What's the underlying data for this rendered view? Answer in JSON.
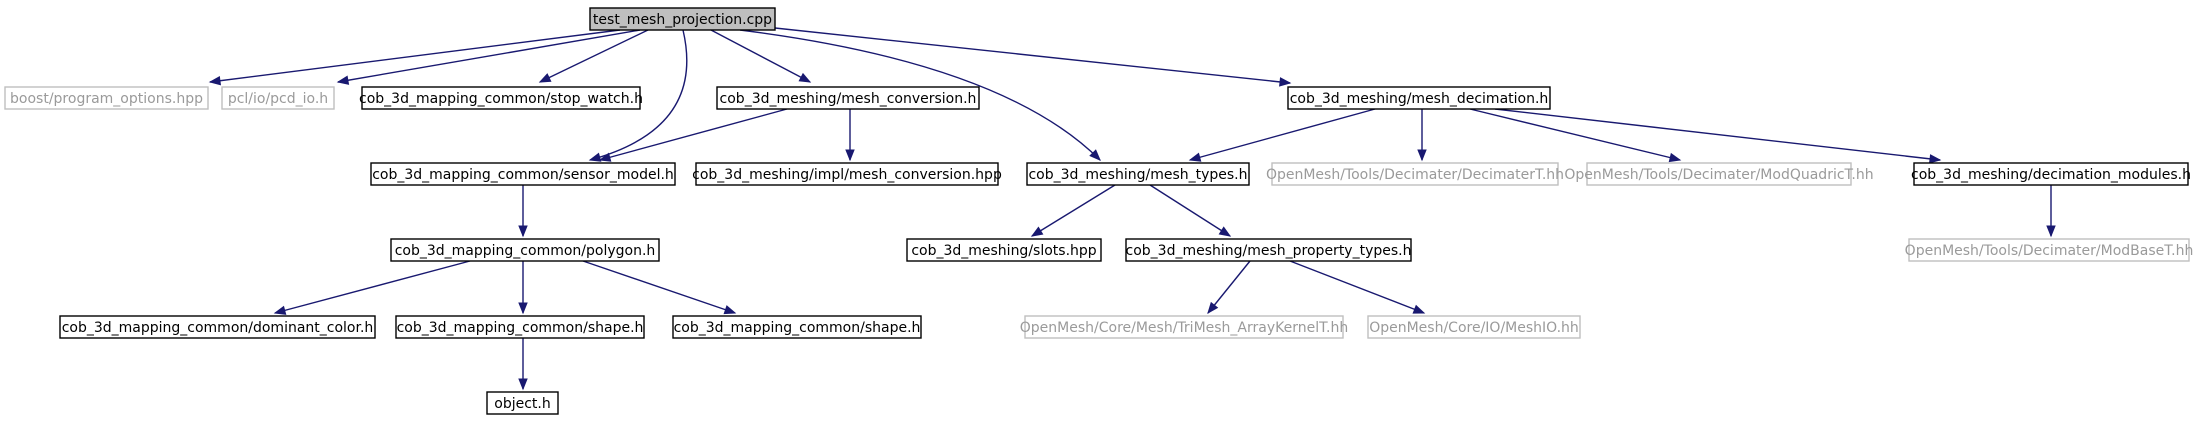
{
  "diagram": {
    "root": "test_mesh_projection.cpp",
    "nodes": [
      {
        "id": "root",
        "label": "test_mesh_projection.cpp",
        "kind": "root"
      },
      {
        "id": "boost_po",
        "label": "boost/program_options.hpp",
        "kind": "external"
      },
      {
        "id": "pcd_io",
        "label": "pcl/io/pcd_io.h",
        "kind": "external"
      },
      {
        "id": "stop_watch",
        "label": "cob_3d_mapping_common/stop_watch.h",
        "kind": "internal"
      },
      {
        "id": "mesh_conversion",
        "label": "cob_3d_meshing/mesh_conversion.h",
        "kind": "internal"
      },
      {
        "id": "mesh_decimation",
        "label": "cob_3d_meshing/mesh_decimation.h",
        "kind": "internal"
      },
      {
        "id": "sensor_model",
        "label": "cob_3d_mapping_common/sensor_model.h",
        "kind": "internal"
      },
      {
        "id": "impl_mesh_conversion",
        "label": "cob_3d_meshing/impl/mesh_conversion.hpp",
        "kind": "internal"
      },
      {
        "id": "mesh_types",
        "label": "cob_3d_meshing/mesh_types.h",
        "kind": "internal"
      },
      {
        "id": "decimater_t",
        "label": "OpenMesh/Tools/Decimater/DecimaterT.hh",
        "kind": "external"
      },
      {
        "id": "mod_quadric",
        "label": "OpenMesh/Tools/Decimater/ModQuadricT.hh",
        "kind": "external"
      },
      {
        "id": "decimation_modules",
        "label": "cob_3d_meshing/decimation_modules.h",
        "kind": "internal"
      },
      {
        "id": "polygon",
        "label": "cob_3d_mapping_common/polygon.h",
        "kind": "internal"
      },
      {
        "id": "slots",
        "label": "cob_3d_meshing/slots.hpp",
        "kind": "internal"
      },
      {
        "id": "mesh_property_types",
        "label": "cob_3d_meshing/mesh_property_types.h",
        "kind": "internal"
      },
      {
        "id": "mod_base",
        "label": "OpenMesh/Tools/Decimater/ModBaseT.hh",
        "kind": "external"
      },
      {
        "id": "dominant_color",
        "label": "cob_3d_mapping_common/dominant_color.h",
        "kind": "internal"
      },
      {
        "id": "shape_a",
        "label": "cob_3d_mapping_common/shape.h",
        "kind": "internal"
      },
      {
        "id": "shape_b",
        "label": "cob_3d_mapping_common/shape.h",
        "kind": "internal"
      },
      {
        "id": "trimesh_kernel",
        "label": "OpenMesh/Core/Mesh/TriMesh_ArrayKernelT.hh",
        "kind": "external"
      },
      {
        "id": "mesh_io",
        "label": "OpenMesh/Core/IO/MeshIO.hh",
        "kind": "external"
      },
      {
        "id": "object",
        "label": "object.h",
        "kind": "internal"
      }
    ],
    "edges": [
      {
        "from": "root",
        "to": "boost_po"
      },
      {
        "from": "root",
        "to": "pcd_io"
      },
      {
        "from": "root",
        "to": "stop_watch"
      },
      {
        "from": "root",
        "to": "sensor_model"
      },
      {
        "from": "root",
        "to": "mesh_conversion"
      },
      {
        "from": "root",
        "to": "mesh_types"
      },
      {
        "from": "root",
        "to": "mesh_decimation"
      },
      {
        "from": "mesh_conversion",
        "to": "sensor_model"
      },
      {
        "from": "mesh_conversion",
        "to": "impl_mesh_conversion"
      },
      {
        "from": "mesh_decimation",
        "to": "mesh_types"
      },
      {
        "from": "mesh_decimation",
        "to": "decimater_t"
      },
      {
        "from": "mesh_decimation",
        "to": "mod_quadric"
      },
      {
        "from": "mesh_decimation",
        "to": "decimation_modules"
      },
      {
        "from": "sensor_model",
        "to": "polygon"
      },
      {
        "from": "mesh_types",
        "to": "slots"
      },
      {
        "from": "mesh_types",
        "to": "mesh_property_types"
      },
      {
        "from": "decimation_modules",
        "to": "mod_base"
      },
      {
        "from": "polygon",
        "to": "dominant_color"
      },
      {
        "from": "polygon",
        "to": "shape_a"
      },
      {
        "from": "polygon",
        "to": "shape_b"
      },
      {
        "from": "mesh_property_types",
        "to": "trimesh_kernel"
      },
      {
        "from": "mesh_property_types",
        "to": "mesh_io"
      },
      {
        "from": "shape_a",
        "to": "object"
      }
    ]
  },
  "colors": {
    "edge": "#191970",
    "node_border": "#000000",
    "external_border": "#bfbfbf",
    "external_text": "#9a9a9a",
    "root_fill": "#bfbfbf"
  }
}
